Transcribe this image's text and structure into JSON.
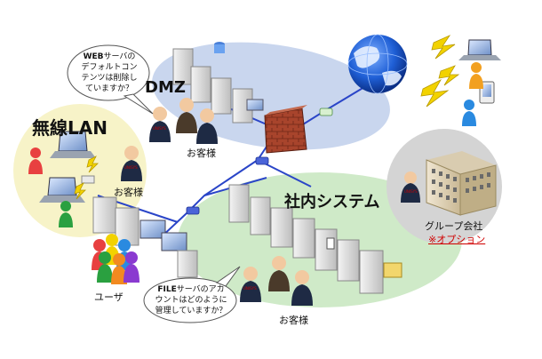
{
  "zones": {
    "dmz": "DMZ",
    "wireless_lan": "無線LAN",
    "internal_system": "社内システム",
    "group_company": "グループ会社"
  },
  "labels": {
    "customer_dmz": "お客様",
    "customer_wlan": "お客様",
    "customer_internal": "お客様",
    "users": "ユーザ",
    "option": "※オプション",
    "unisys_badge": "UNISYS"
  },
  "bubbles": {
    "web_server": {
      "strong": "WEB",
      "lines": [
        "サーバの",
        "デフォルトコン",
        "テンツは削除し",
        "ていますか？"
      ]
    },
    "file_server": {
      "strong": "FILE",
      "lines": [
        "サーバのアカ",
        "ウントはどのように",
        "管理していますか？"
      ]
    }
  },
  "colors": {
    "dmz_ellipse": "#c9d6ee",
    "internal_ellipse": "#cfeac8",
    "wlan_circle": "#f7f3c8",
    "group_circle": "#d4d4d4",
    "network_line": "#2a45c8",
    "firewall": "#a8442c",
    "option_text": "#d00000",
    "lightning": "#f2d200"
  }
}
